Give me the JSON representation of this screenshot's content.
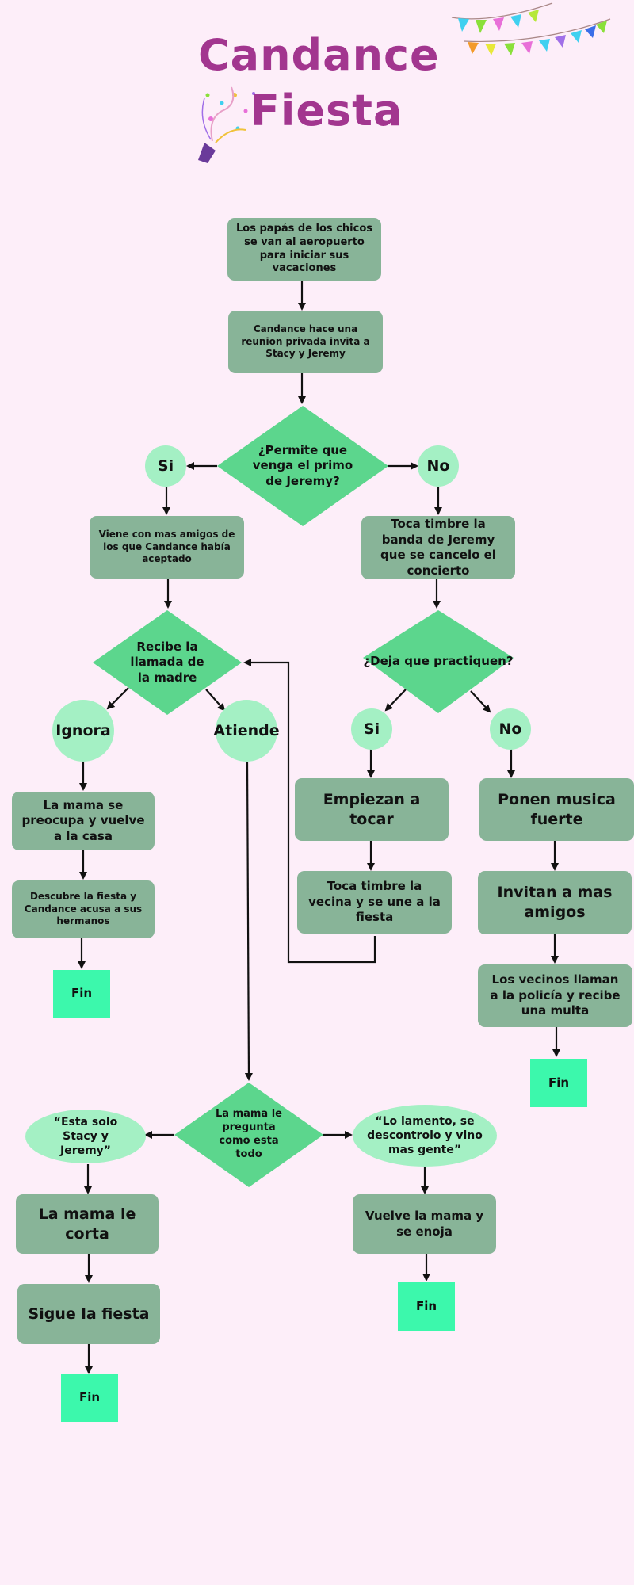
{
  "title": {
    "line1": "Candance",
    "line2": "Fiesta"
  },
  "colors": {
    "background": "#fdeef9",
    "title": "#a2368f",
    "process": "#88b498",
    "decision": "#5cd68d",
    "answer": "#a4f0c4",
    "end": "#3cf8ac"
  },
  "nodes": {
    "start": "Los papás de los chicos se van al aeropuerto para iniciar sus vacaciones",
    "reunion": "Candance hace una reunion privada invita a Stacy y Jeremy",
    "q_primo": "¿Permite que venga el primo de Jeremy?",
    "si_1": "Si",
    "no_1": "No",
    "viene_amigos": "Viene con mas amigos de los que Candance había aceptado",
    "toca_banda": "Toca timbre la banda de Jeremy que se cancelo el concierto",
    "q_madre": "Recibe la llamada de la madre",
    "q_practiquen": "¿Deja que practiquen?",
    "ignora": "Ignora",
    "atiende": "Atiende",
    "si_2": "Si",
    "no_2": "No",
    "mama_preocupa": "La mama se preocupa y vuelve a la casa",
    "descubre": "Descubre la fiesta y Candance acusa a sus hermanos",
    "fin_1": "Fin",
    "empiezan": "Empiezan a tocar",
    "vecina": "Toca timbre la vecina y se une a la fiesta",
    "musica": "Ponen musica fuerte",
    "invitan": "Invitan a mas amigos",
    "vecinos": "Los vecinos llaman a la policía y recibe una multa",
    "fin_2": "Fin",
    "q_pregunta": "La mama le pregunta como esta todo",
    "resp_stacy": "“Esta solo Stacy y Jeremy”",
    "resp_lamento": "“Lo lamento, se descontrolo y vino mas gente”",
    "mama_corta": "La mama le corta",
    "sigue_fiesta": "Sigue la fiesta",
    "fin_3": "Fin",
    "vuelve_mama": "Vuelve la mama y se enoja",
    "fin_4": "Fin"
  }
}
